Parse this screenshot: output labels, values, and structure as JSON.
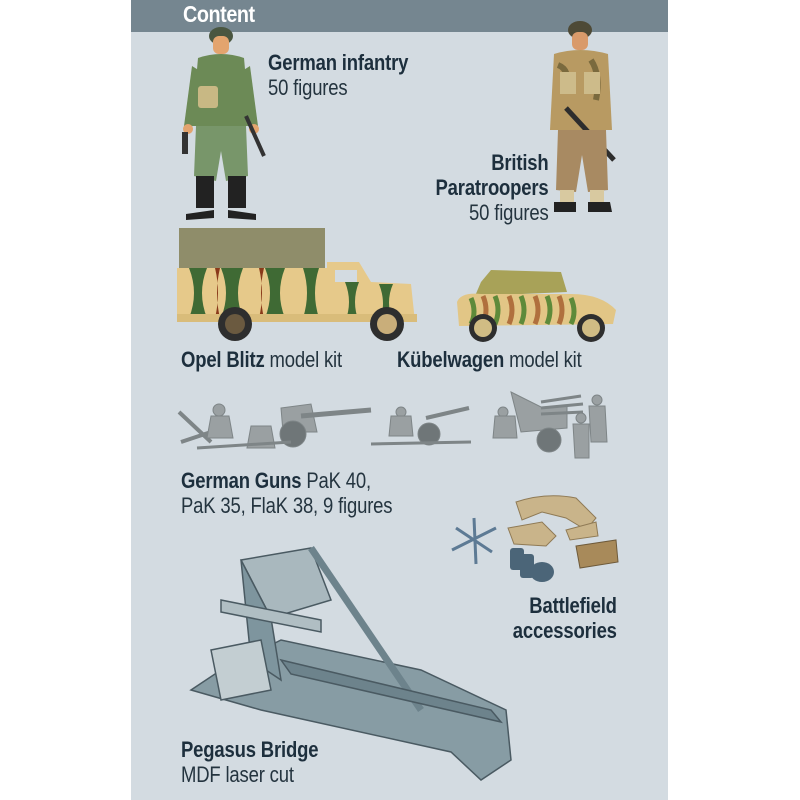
{
  "header": {
    "title": "Content"
  },
  "items": [
    {
      "id": "german-infantry",
      "name": "German infantry",
      "detail": "50 figures"
    },
    {
      "id": "british-paratroopers",
      "name_line1": "British",
      "name_line2": "Paratroopers",
      "detail": "50 figures"
    },
    {
      "id": "opel-blitz",
      "name": "Opel Blitz",
      "detail": "model kit"
    },
    {
      "id": "kubelwagen",
      "name": "Kübelwagen",
      "detail": "model kit"
    },
    {
      "id": "german-guns",
      "name": "German Guns",
      "detail_line1": "PaK 40,",
      "detail_line2": "PaK 35, FlaK 38, 9 figures"
    },
    {
      "id": "battlefield-accessories",
      "name_line1": "Battlefield",
      "name_line2": "accessories"
    },
    {
      "id": "pegasus-bridge",
      "name": "Pegasus Bridge",
      "detail": "MDF laser cut"
    }
  ],
  "colors": {
    "panel_bg": "#d3dbe1",
    "header_bg": "#758690",
    "header_text": "#ffffff",
    "label_text": "#1d2f3d"
  }
}
